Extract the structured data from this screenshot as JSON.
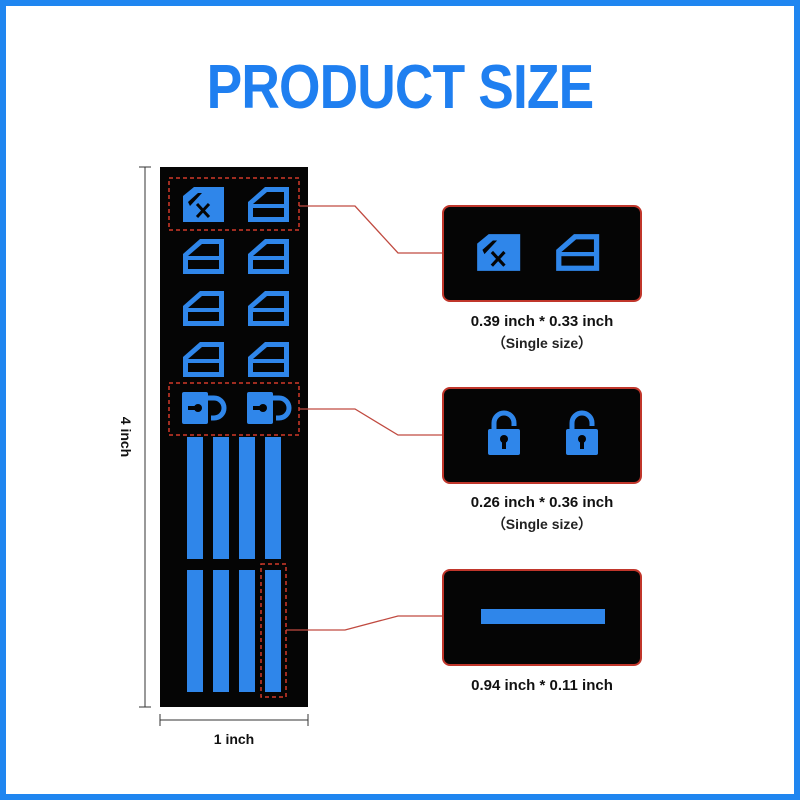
{
  "title": "PRODUCT SIZE",
  "dimensions": {
    "height": "4 inch",
    "width": "1 inch"
  },
  "callouts": [
    {
      "size": "0.39 inch * 0.33 inch",
      "note": "（Single size）",
      "icons": [
        "window-lock-x-icon",
        "window-icon"
      ]
    },
    {
      "size": "0.26 inch * 0.36 inch",
      "note": "（Single size）",
      "icons": [
        "padlock-icon",
        "padlock-icon"
      ]
    },
    {
      "size": "0.94 inch * 0.11 inch",
      "icons": [
        "strip-icon"
      ]
    }
  ],
  "colors": {
    "frame": "#1f86f0",
    "title": "#1f7ff0",
    "sticker_blue": "#2f86ea",
    "sheet": "#050505",
    "highlight": "#d23a2a"
  }
}
